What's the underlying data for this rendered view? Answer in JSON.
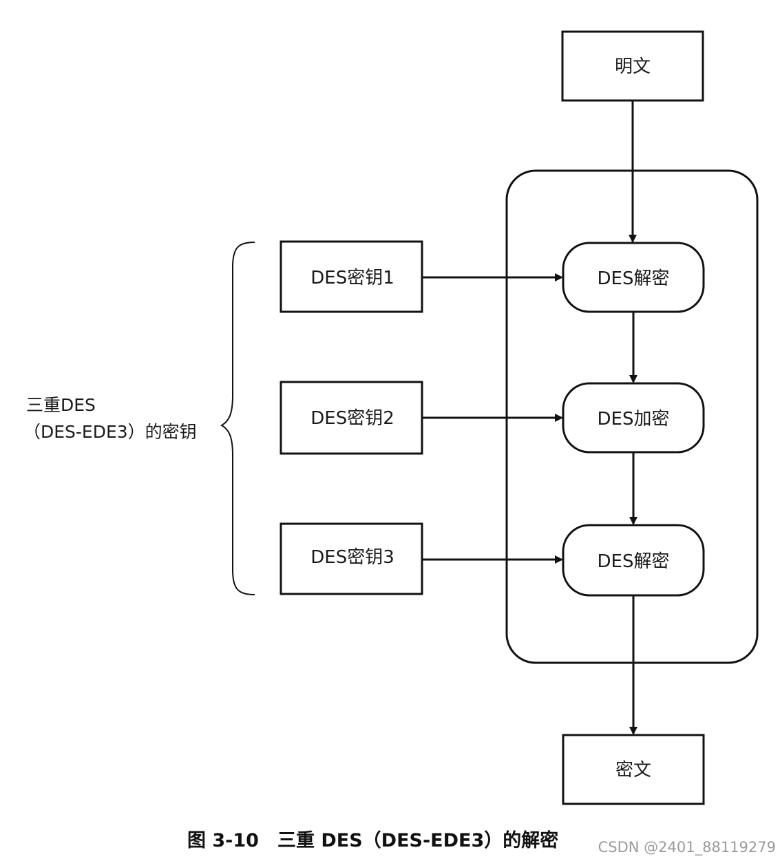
{
  "diagram": {
    "plaintext": "明文",
    "ciphertext": "密文",
    "keys": [
      "DES密钥1",
      "DES密钥2",
      "DES密钥3"
    ],
    "stages": [
      "DES解密",
      "DES加密",
      "DES解密"
    ],
    "group_label_line1": "三重DES",
    "group_label_line2": "（DES-EDE3）的密钥"
  },
  "caption": "图 3-10　三重 DES（DES-EDE3）的解密",
  "watermark": "CSDN @2401_88119279"
}
